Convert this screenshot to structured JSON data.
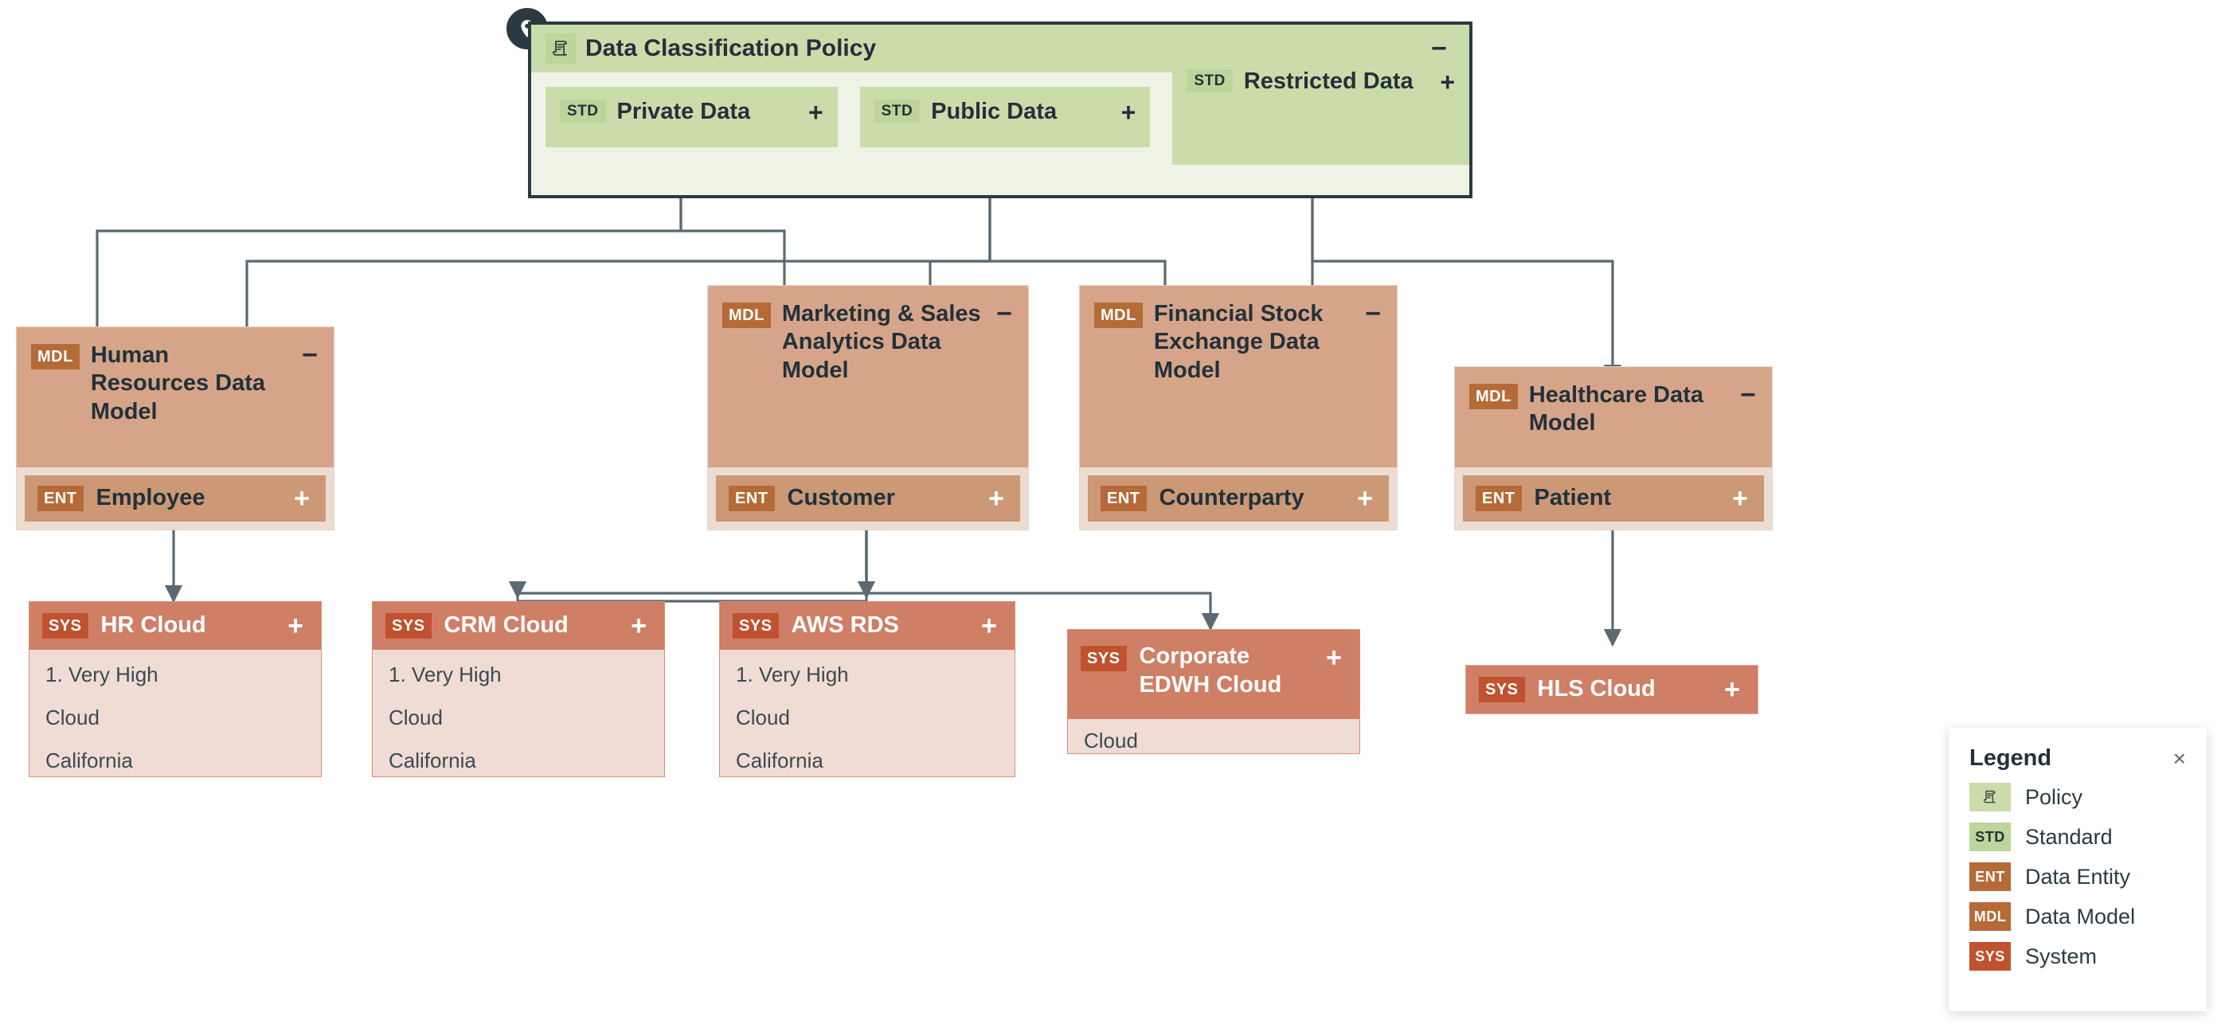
{
  "pin": {
    "icon": "map-pin-icon"
  },
  "policy": {
    "icon": "policy-scroll-icon",
    "title": "Data Classification Policy",
    "toggle": "−",
    "standards": [
      {
        "badge": "STD",
        "title": "Private Data",
        "toggle": "+"
      },
      {
        "badge": "STD",
        "title": "Public Data",
        "toggle": "+"
      },
      {
        "badge": "STD",
        "title": "Restricted Data",
        "toggle": "+"
      }
    ]
  },
  "models": [
    {
      "badge": "MDL",
      "title": "Human Resources Data Model",
      "toggle": "−",
      "entity": {
        "badge": "ENT",
        "title": "Employee",
        "toggle": "+"
      }
    },
    {
      "badge": "MDL",
      "title": "Marketing & Sales Analytics Data Model",
      "toggle": "−",
      "entity": {
        "badge": "ENT",
        "title": "Customer",
        "toggle": "+"
      }
    },
    {
      "badge": "MDL",
      "title": "Financial Stock Exchange Data Model",
      "toggle": "−",
      "entity": {
        "badge": "ENT",
        "title": "Counterparty",
        "toggle": "+"
      }
    },
    {
      "badge": "MDL",
      "title": "Healthcare Data Model",
      "toggle": "−",
      "entity": {
        "badge": "ENT",
        "title": "Patient",
        "toggle": "+"
      }
    }
  ],
  "systems": [
    {
      "badge": "SYS",
      "title": "HR Cloud",
      "toggle": "+",
      "lines": [
        "1. Very High",
        "Cloud",
        "California"
      ]
    },
    {
      "badge": "SYS",
      "title": "CRM Cloud",
      "toggle": "+",
      "lines": [
        "1. Very High",
        "Cloud",
        "California"
      ]
    },
    {
      "badge": "SYS",
      "title": "AWS RDS",
      "toggle": "+",
      "lines": [
        "1. Very High",
        "Cloud",
        "California"
      ]
    },
    {
      "badge": "SYS",
      "title": "Corporate EDWH Cloud",
      "toggle": "+",
      "lines": [
        "Cloud"
      ]
    },
    {
      "badge": "SYS",
      "title": "HLS Cloud",
      "toggle": "+",
      "lines": []
    }
  ],
  "legend": {
    "title": "Legend",
    "close": "×",
    "items": [
      {
        "badge": "",
        "icon": "policy-scroll-icon",
        "label": "Policy",
        "color": "#cbdcab"
      },
      {
        "badge": "STD",
        "label": "Standard",
        "color": "#bdd49a"
      },
      {
        "badge": "ENT",
        "label": "Data Entity",
        "color": "#b56a38"
      },
      {
        "badge": "MDL",
        "label": "Data Model",
        "color": "#b56a38"
      },
      {
        "badge": "SYS",
        "label": "System",
        "color": "#c0522f"
      }
    ]
  },
  "colors": {
    "policy_header": "#cbdcab",
    "policy_body": "#eef3e6",
    "model_bg": "#d6a589",
    "entity_bg": "#cc9875",
    "system_header": "#ce7f66",
    "system_body": "#f0dcd4",
    "edge": "#5b6a72",
    "text": "#22313a"
  }
}
